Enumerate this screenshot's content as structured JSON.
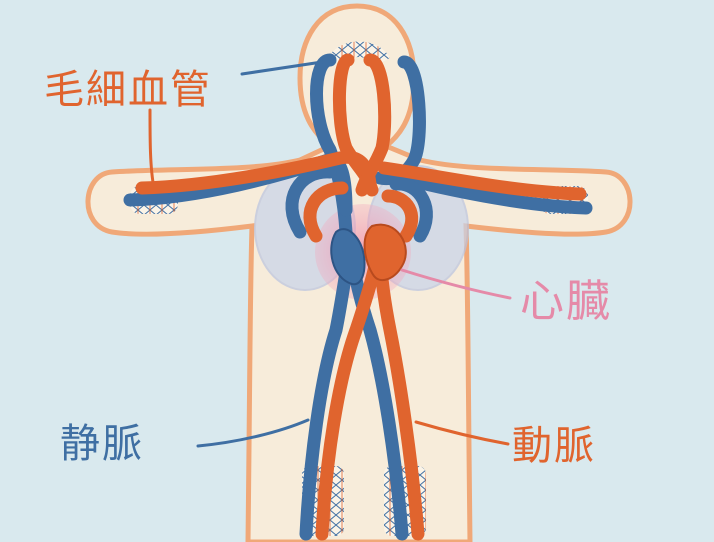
{
  "labels": {
    "capillaries": "毛細血管",
    "heart": "心臓",
    "vein": "静脈",
    "artery": "動脈"
  },
  "colors": {
    "background": "#d9e9ee",
    "body_fill": "#f7ecda",
    "body_outline": "#f0a878",
    "vein": "#3f6fa3",
    "artery": "#e0642e",
    "heart_glow": "#f2a8bd",
    "lungs": "#c8d3ea",
    "capillary_vein": "#3f6fa3",
    "capillary_artery": "#e0642e"
  },
  "label_colors": {
    "capillaries": "#e0642e",
    "heart": "#e58aa8",
    "vein": "#3f6fa3",
    "artery": "#e0642e"
  }
}
